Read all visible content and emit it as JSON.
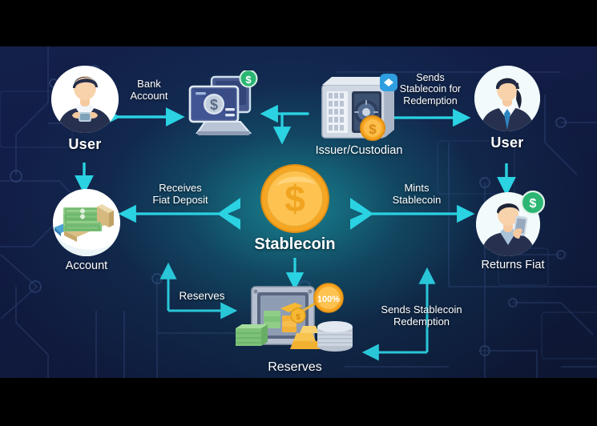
{
  "image": {
    "kind": "infographic-diagram",
    "title": "Stablecoin issuance and redemption flow",
    "letterbox_color": "#000000",
    "background_color": "#101a3e",
    "accent_color": "#2ad2e2",
    "coin_color": "#f5a623",
    "text_color": "#ffffff"
  },
  "nodes": {
    "user_left": {
      "label": "User",
      "icon": "user-avatar-male-phone-icon"
    },
    "bank_laptop": {
      "label": "",
      "icon": "laptop-bank-dollar-icon"
    },
    "issuer": {
      "label": "Issuer/Custodian",
      "icon": "bank-vault-safe-icon"
    },
    "user_right": {
      "label": "User",
      "icon": "user-avatar-female-icon"
    },
    "account": {
      "label": "Account",
      "icon": "cash-stack-icon"
    },
    "stablecoin": {
      "label": "Stablecoin",
      "icon": "gold-dollar-coin-icon"
    },
    "returns_fiat": {
      "label": "Returns Fiat",
      "icon": "user-avatar-male-phone-dollar-icon"
    },
    "reserves": {
      "label": "Reserves",
      "icon": "vault-reserves-gold-cash-icon",
      "badge": "100%"
    }
  },
  "edges": [
    {
      "id": "bank-account",
      "label": "Bank\nAccount",
      "direction": "bidirectional",
      "from": "user_left",
      "to": "bank_laptop"
    },
    {
      "id": "sends-stablecoin-for-redemption",
      "label": "Sends\nStablecoin for\nRedemption",
      "direction": "right",
      "from": "issuer",
      "to": "user_right"
    },
    {
      "id": "receives-fiat-deposit",
      "label": "Receives\nFiat Deposit",
      "direction": "left",
      "from": "stablecoin",
      "to": "account"
    },
    {
      "id": "mints-stablecoin",
      "label": "Mints\nStablecoin",
      "direction": "right",
      "from": "stablecoin",
      "to": "returns_fiat"
    },
    {
      "id": "reserves",
      "label": "Reserves",
      "direction": "right",
      "from": "account",
      "to": "reserves"
    },
    {
      "id": "sends-stablecoin-redemption",
      "label": "Sends Stablecoin\nRedemption",
      "direction": "left",
      "from": "returns_fiat",
      "to": "reserves"
    },
    {
      "id": "user-left-to-account",
      "label": "",
      "direction": "down",
      "from": "user_left",
      "to": "account"
    },
    {
      "id": "user-right-to-returns-fiat",
      "label": "",
      "direction": "down",
      "from": "user_right",
      "to": "returns_fiat"
    },
    {
      "id": "issuer-to-bank-and-coin",
      "label": "",
      "direction": "elbow",
      "from": "issuer",
      "to": "bank_laptop"
    },
    {
      "id": "stablecoin-to-reserves",
      "label": "",
      "direction": "down",
      "from": "stablecoin",
      "to": "reserves"
    }
  ]
}
